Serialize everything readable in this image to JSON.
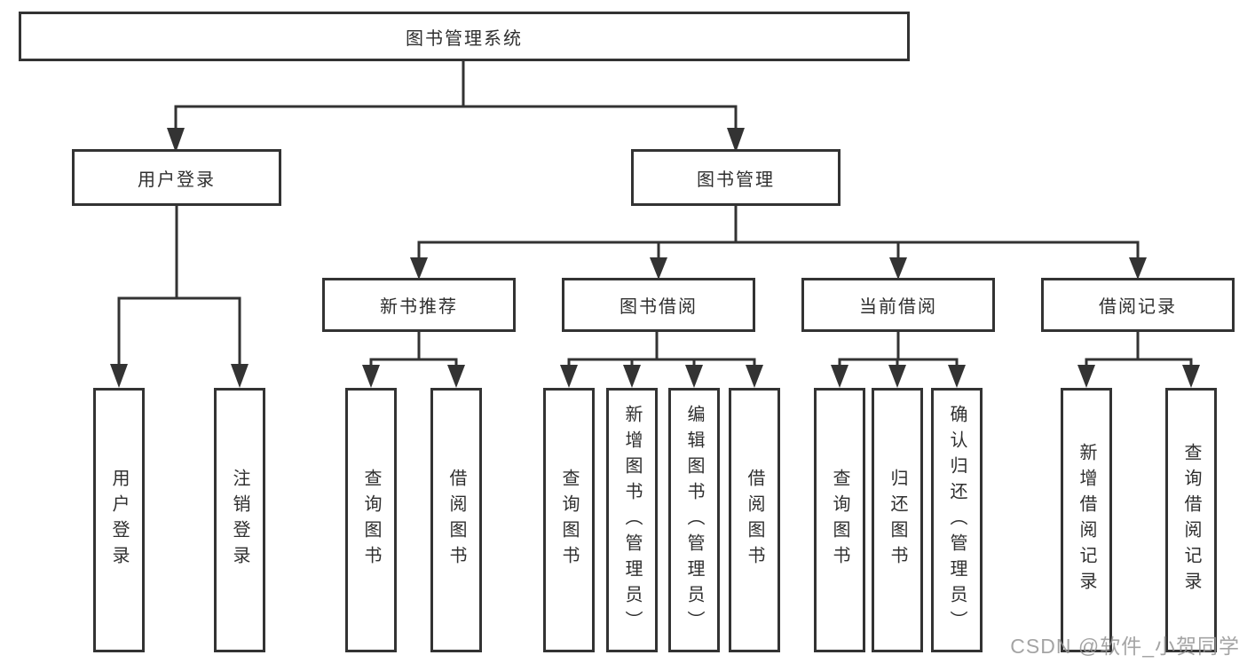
{
  "diagram_title": "图书管理系统",
  "colors": {
    "line": "#333333",
    "text": "#2f2f2f",
    "box_background": "#ffffff",
    "watermark": "#949494"
  },
  "tree": {
    "label": "图书管理系统",
    "children": [
      {
        "label": "用户登录",
        "children": [
          {
            "label": "用户登录"
          },
          {
            "label": "注销登录"
          }
        ]
      },
      {
        "label": "图书管理",
        "children": [
          {
            "label": "新书推荐",
            "children": [
              {
                "label": "查询图书"
              },
              {
                "label": "借阅图书"
              }
            ]
          },
          {
            "label": "图书借阅",
            "children": [
              {
                "label": "查询图书"
              },
              {
                "label": "新增图书（管理员）"
              },
              {
                "label": "编辑图书（管理员）"
              },
              {
                "label": "借阅图书"
              }
            ]
          },
          {
            "label": "当前借阅",
            "children": [
              {
                "label": "查询图书"
              },
              {
                "label": "归还图书"
              },
              {
                "label": "确认归还（管理员）"
              }
            ]
          },
          {
            "label": "借阅记录",
            "children": [
              {
                "label": "新增借阅记录"
              },
              {
                "label": "查询借阅记录"
              }
            ]
          }
        ]
      }
    ]
  },
  "watermark": "CSDN @软件_小贺同学"
}
